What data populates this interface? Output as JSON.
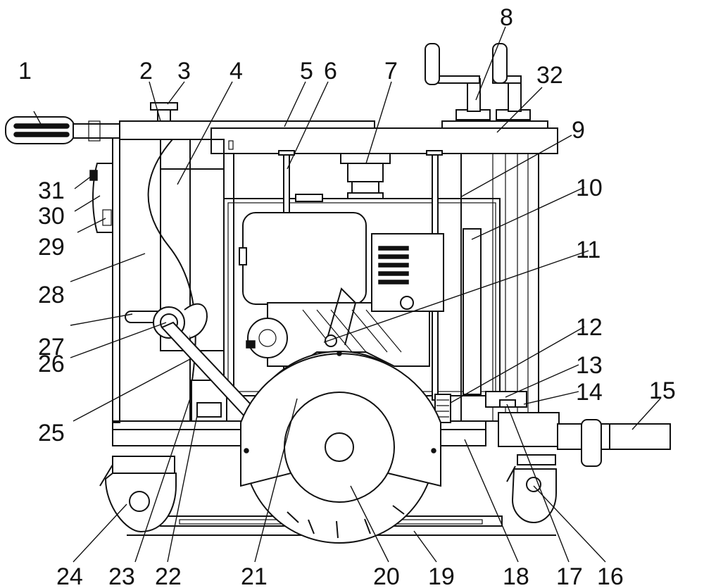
{
  "labels": [
    {
      "id": "1",
      "text": "1"
    },
    {
      "id": "2",
      "text": "2"
    },
    {
      "id": "3",
      "text": "3"
    },
    {
      "id": "4",
      "text": "4"
    },
    {
      "id": "5",
      "text": "5"
    },
    {
      "id": "6",
      "text": "6"
    },
    {
      "id": "7",
      "text": "7"
    },
    {
      "id": "8",
      "text": "8"
    },
    {
      "id": "9",
      "text": "9"
    },
    {
      "id": "10",
      "text": "10"
    },
    {
      "id": "11",
      "text": "11"
    },
    {
      "id": "12",
      "text": "12"
    },
    {
      "id": "13",
      "text": "13"
    },
    {
      "id": "14",
      "text": "14"
    },
    {
      "id": "15",
      "text": "15"
    },
    {
      "id": "16",
      "text": "16"
    },
    {
      "id": "17",
      "text": "17"
    },
    {
      "id": "18",
      "text": "18"
    },
    {
      "id": "19",
      "text": "19"
    },
    {
      "id": "20",
      "text": "20"
    },
    {
      "id": "21",
      "text": "21"
    },
    {
      "id": "22",
      "text": "22"
    },
    {
      "id": "23",
      "text": "23"
    },
    {
      "id": "24",
      "text": "24"
    },
    {
      "id": "25",
      "text": "25"
    },
    {
      "id": "26",
      "text": "26"
    },
    {
      "id": "27",
      "text": "27"
    },
    {
      "id": "28",
      "text": "28"
    },
    {
      "id": "29",
      "text": "29"
    },
    {
      "id": "30",
      "text": "30"
    },
    {
      "id": "31",
      "text": "31"
    },
    {
      "id": "32",
      "text": "32"
    }
  ]
}
